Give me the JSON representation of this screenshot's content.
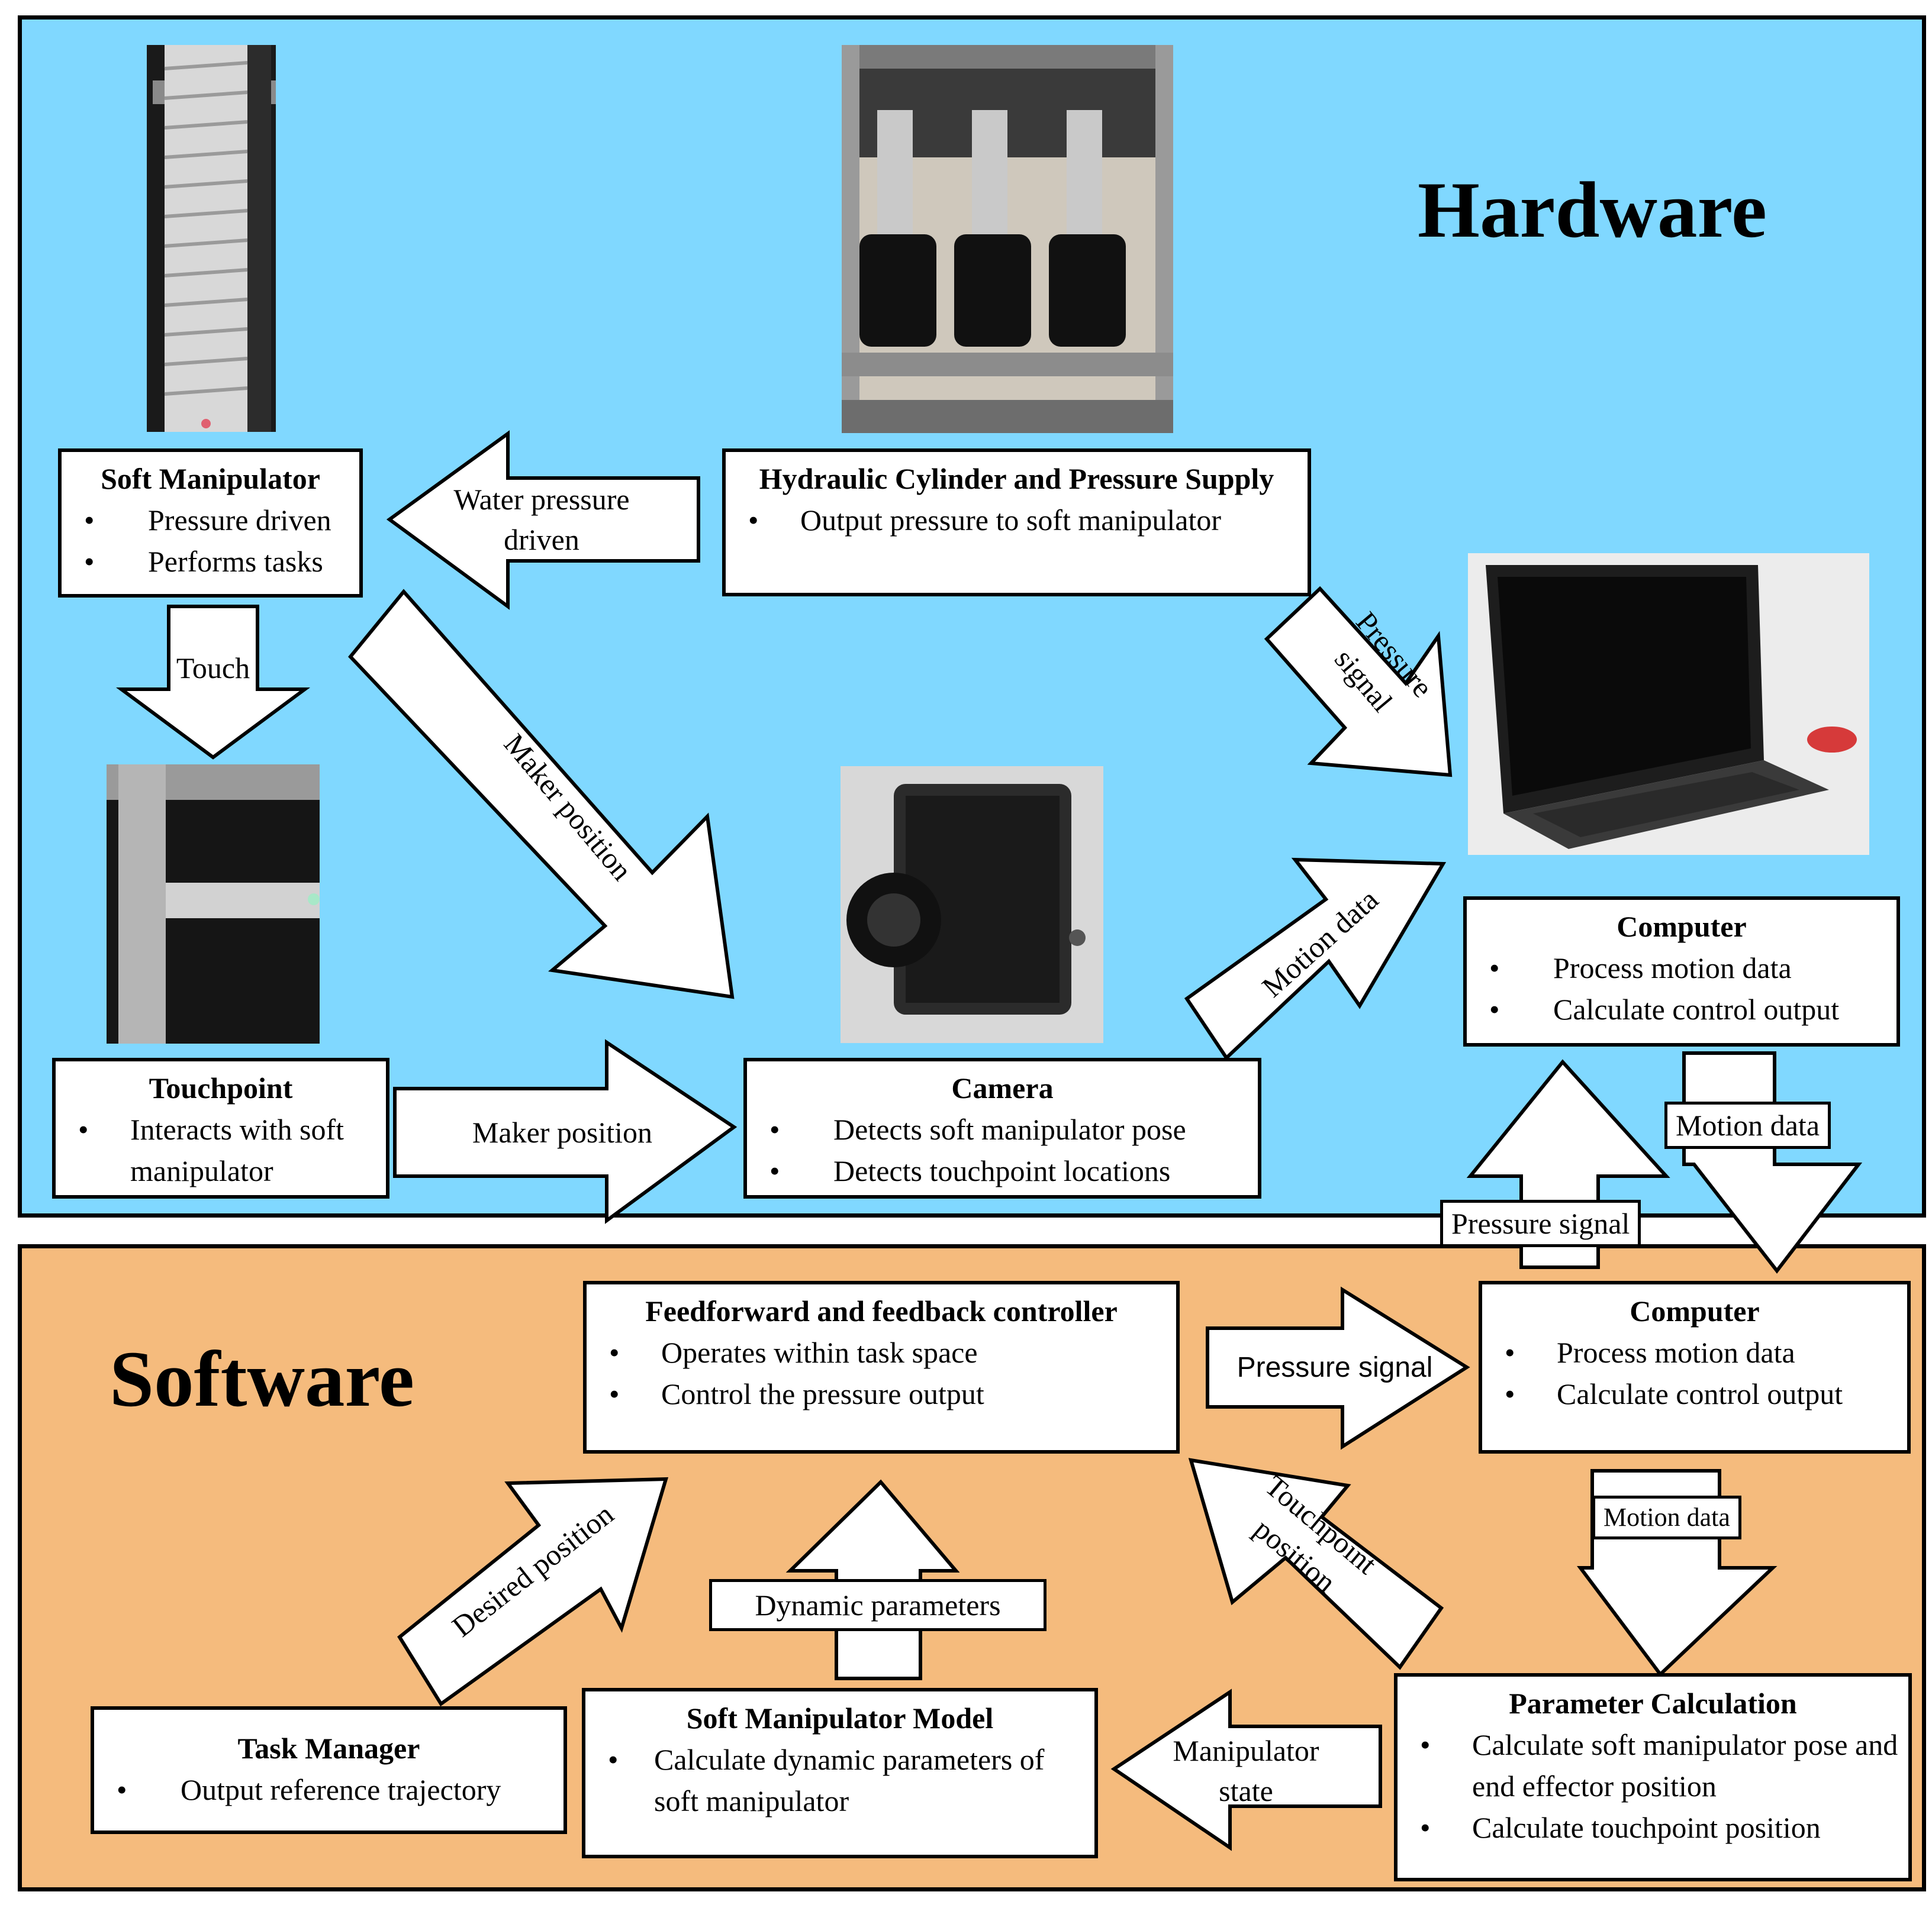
{
  "hardware": {
    "title": "Hardware",
    "soft_manipulator": {
      "title": "Soft Manipulator",
      "bullets": [
        "Pressure driven",
        "Performs tasks"
      ]
    },
    "hydraulic": {
      "title": "Hydraulic Cylinder and Pressure Supply",
      "bullets": [
        "Output pressure to soft manipulator"
      ]
    },
    "touchpoint": {
      "title": "Touchpoint",
      "bullets": [
        "Interacts with soft manipulator"
      ]
    },
    "camera": {
      "title": "Camera",
      "bullets": [
        "Detects soft manipulator pose",
        "Detects touchpoint locations"
      ]
    },
    "computer": {
      "title": "Computer",
      "bullets": [
        "Process motion data",
        "Calculate control output"
      ]
    },
    "labels": {
      "water_pressure": "Water pressure driven",
      "touch": "Touch",
      "maker_position_diag": "Maker position",
      "maker_position": "Maker position",
      "pressure_signal_diag": "Pressure signal",
      "motion_data_diag": "Motion data",
      "motion_data_down": "Motion data",
      "pressure_signal_up": "Pressure signal"
    }
  },
  "software": {
    "title": "Software",
    "controller": {
      "title": "Feedforward and feedback controller",
      "bullets": [
        "Operates within task space",
        "Control the pressure output"
      ]
    },
    "computer": {
      "title": "Computer",
      "bullets": [
        "Process motion data",
        "Calculate control output"
      ]
    },
    "task_manager": {
      "title": "Task Manager",
      "bullets": [
        "Output reference trajectory"
      ]
    },
    "model": {
      "title": "Soft Manipulator Model",
      "bullets": [
        "Calculate dynamic parameters of soft manipulator"
      ]
    },
    "param_calc": {
      "title": "Parameter Calculation",
      "bullets": [
        "Calculate soft manipulator pose and end effector position",
        "Calculate touchpoint position"
      ]
    },
    "labels": {
      "pressure_signal": "Pressure signal",
      "motion_data": "Motion data",
      "touchpoint_position": "Touchpoint position",
      "dynamic_parameters": "Dynamic parameters",
      "desired_position": "Desired position",
      "manipulator_state": "Manipulator state"
    }
  }
}
